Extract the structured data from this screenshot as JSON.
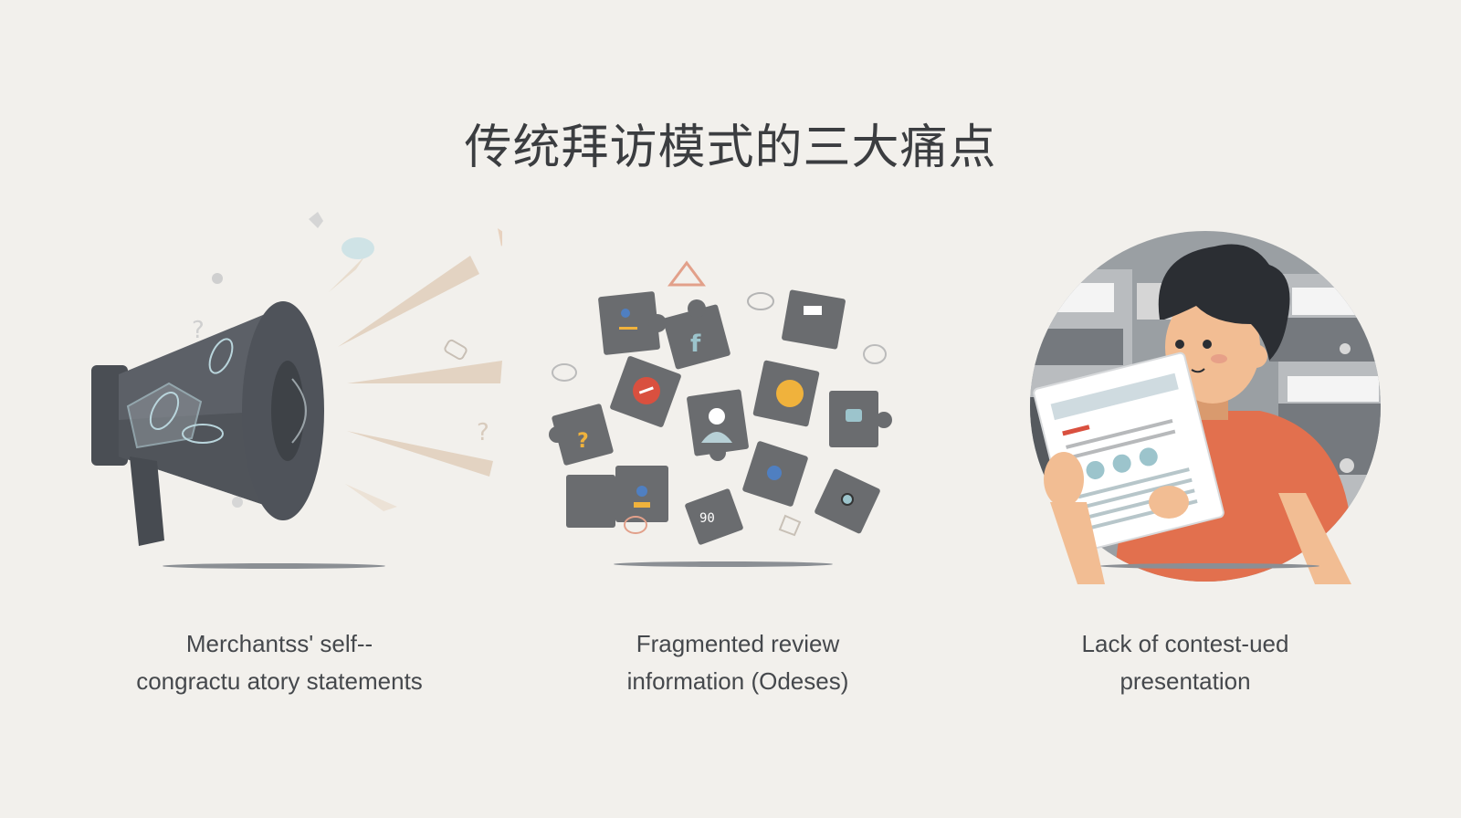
{
  "slide": {
    "title": "传统拜访模式的三大痛点",
    "background_color": "#f2f0ec",
    "panels": [
      {
        "illustration": "megaphone-icon",
        "caption_line1": "Merchantss' self--",
        "caption_line2": "congractu atory statements"
      },
      {
        "illustration": "puzzle-pieces-icon",
        "caption_line1": "Fragmented  review",
        "caption_line2": "information (Odeses)"
      },
      {
        "illustration": "person-reading-document-icon",
        "caption_line1": "Lack of contest-ued",
        "caption_line2": "presentation"
      }
    ]
  },
  "colors": {
    "title_text": "#3b3d40",
    "caption_text": "#45484c",
    "illustration_dark": "#54585e",
    "puzzle_gray": "#6a6c6f",
    "accent_orange": "#e2704e",
    "accent_yellow": "#f0b23c",
    "accent_red": "#d9503f",
    "accent_teal": "#9cc4cc",
    "ray_beige": "#e3d3c2",
    "skin": "#f2bd93",
    "hair": "#2b2e33"
  }
}
